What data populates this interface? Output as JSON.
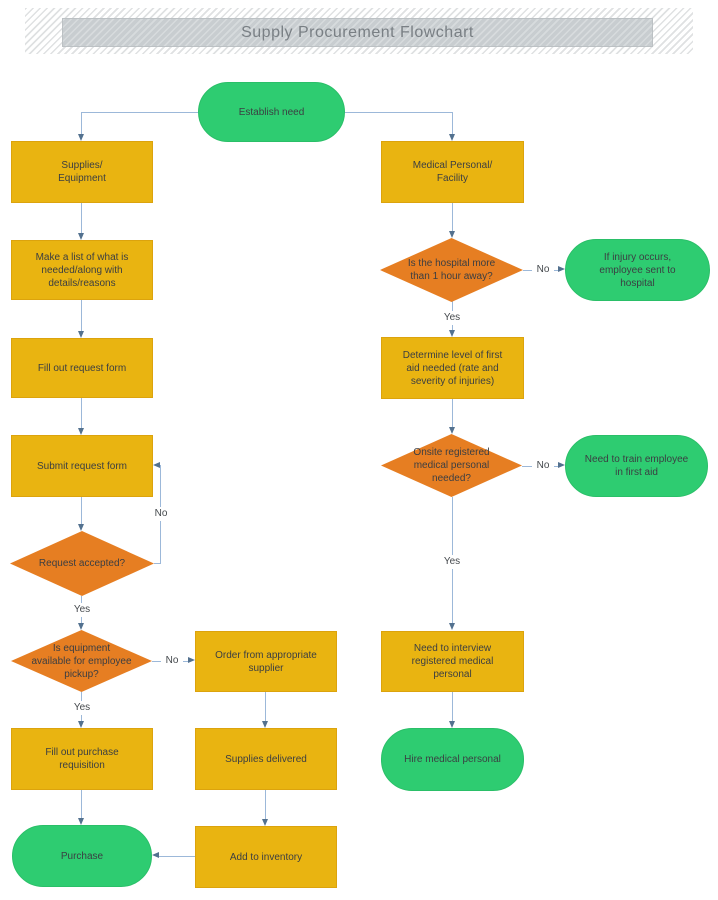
{
  "title": "Supply Procurement Flowchart",
  "colors": {
    "process": "#E9B411",
    "process_border": "#DCA30D",
    "terminator": "#2ECC71",
    "terminator_border": "#2ABF68",
    "decision": "#E67E22",
    "decision_border": "#D8741E",
    "line": "#9CB8D9",
    "arrow": "#53718F",
    "node_text": "#3B3E42",
    "title_text": "#797F84"
  },
  "nodes": {
    "establish_need": {
      "type": "terminator",
      "label": "Establish need"
    },
    "supplies_equipment": {
      "type": "process",
      "label": "Supplies/\nEquipment"
    },
    "medical_personal": {
      "type": "process",
      "label": "Medical Personal/\nFacility"
    },
    "make_list": {
      "type": "process",
      "label": "Make a list of what is\nneeded/along with\ndetails/reasons"
    },
    "is_hospital": {
      "type": "decision",
      "label": "Is the hospital more\nthan 1 hour away?"
    },
    "if_injury": {
      "type": "terminator",
      "label": "If injury occurs,\nemployee sent to\nhospital"
    },
    "fill_request": {
      "type": "process",
      "label": "Fill out request form"
    },
    "determine_level": {
      "type": "process",
      "label": "Determine level of first\naid needed (rate and\nseverity of injuries)"
    },
    "submit_request": {
      "type": "process",
      "label": "Submit request form"
    },
    "onsite_registered": {
      "type": "decision",
      "label": "Onsite registered\nmedical personal\nneeded?"
    },
    "need_train": {
      "type": "terminator",
      "label": "Need to train employee\nin first aid"
    },
    "request_accepted": {
      "type": "decision",
      "label": "Request accepted?"
    },
    "is_equipment": {
      "type": "decision",
      "label": "Is equipment\navailable for employee\npickup?"
    },
    "order_supplier": {
      "type": "process",
      "label": "Order from appropriate\nsupplier"
    },
    "need_interview": {
      "type": "process",
      "label": "Need to interview\nregistered medical\npersonal"
    },
    "fill_purchase": {
      "type": "process",
      "label": "Fill out purchase\nrequisition"
    },
    "supplies_delivered": {
      "type": "process",
      "label": "Supplies delivered"
    },
    "hire_medical": {
      "type": "terminator",
      "label": "Hire medical personal"
    },
    "purchase": {
      "type": "terminator",
      "label": "Purchase"
    },
    "add_inventory": {
      "type": "process",
      "label": "Add to inventory"
    }
  },
  "edge_labels": {
    "yes": "Yes",
    "no": "No"
  }
}
